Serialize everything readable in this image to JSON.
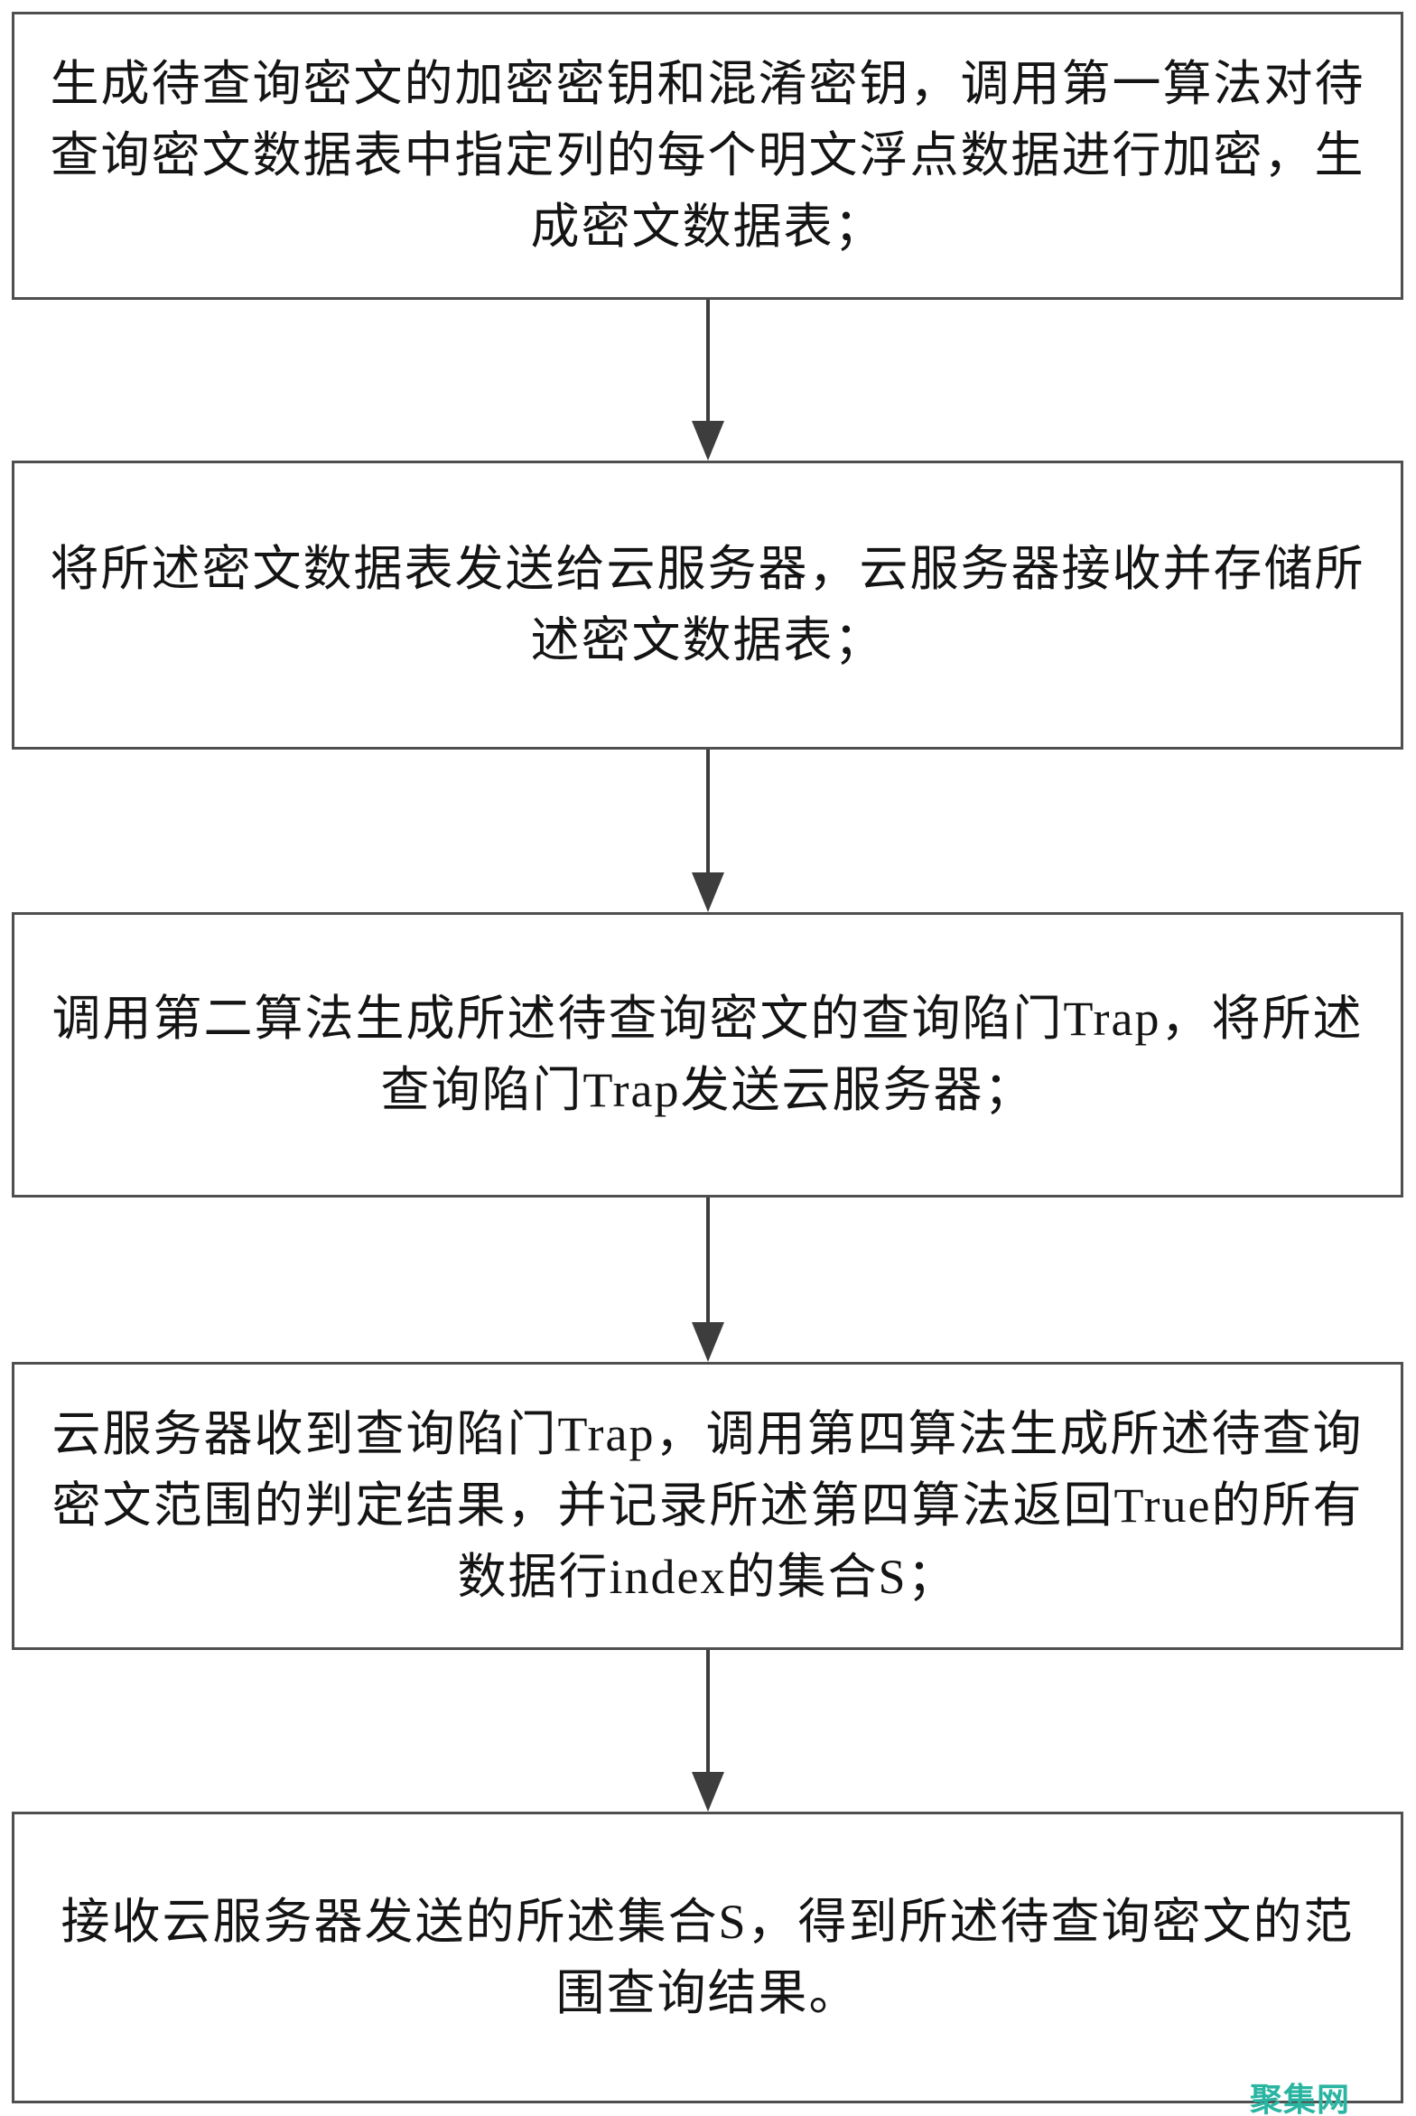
{
  "boxes": [
    {
      "lines": [
        "生成待查询密文的加密密钥和混淆密钥，调用第一算法对待",
        "查询密文数据表中指定列的每个明文浮点数据进行加密，生",
        "成密文数据表；"
      ]
    },
    {
      "lines": [
        "将所述密文数据表发送给云服务器，云服务器接收并存储所",
        "述密文数据表；"
      ]
    },
    {
      "lines": [
        "调用第二算法生成所述待查询密文的查询陷门Trap，将所述",
        "查询陷门Trap发送云服务器；"
      ]
    },
    {
      "lines": [
        "云服务器收到查询陷门Trap，调用第四算法生成所述待查询",
        "密文范围的判定结果，并记录所述第四算法返回True的所有",
        "数据行index的集合S；"
      ]
    },
    {
      "lines": [
        "接收云服务器发送的所述集合S，得到所述待查询密文的范",
        "围查询结果。"
      ]
    }
  ],
  "watermark": {
    "text": "聚集网",
    "color": "#2ab5a2"
  },
  "colors": {
    "box_border": "#4f4f4f",
    "arrow": "#3d3d3d",
    "text": "#141414"
  }
}
